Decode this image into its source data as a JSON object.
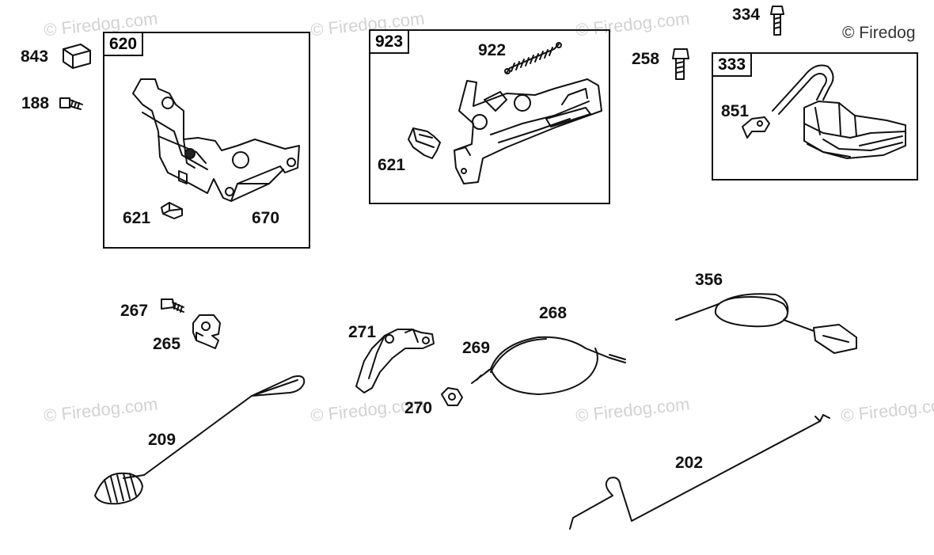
{
  "copyright": "© Firedog",
  "watermark": "© Firedog.com",
  "assemblies": {
    "box_620": "620",
    "box_923": "923",
    "box_333": "333"
  },
  "labels": {
    "p843": "843",
    "p188": "188",
    "p621a": "621",
    "p670": "670",
    "p922": "922",
    "p621b": "621",
    "p334": "334",
    "p258": "258",
    "p851": "851",
    "p267": "267",
    "p265": "265",
    "p271": "271",
    "p268": "268",
    "p269": "269",
    "p270": "270",
    "p356": "356",
    "p209": "209",
    "p202": "202"
  }
}
